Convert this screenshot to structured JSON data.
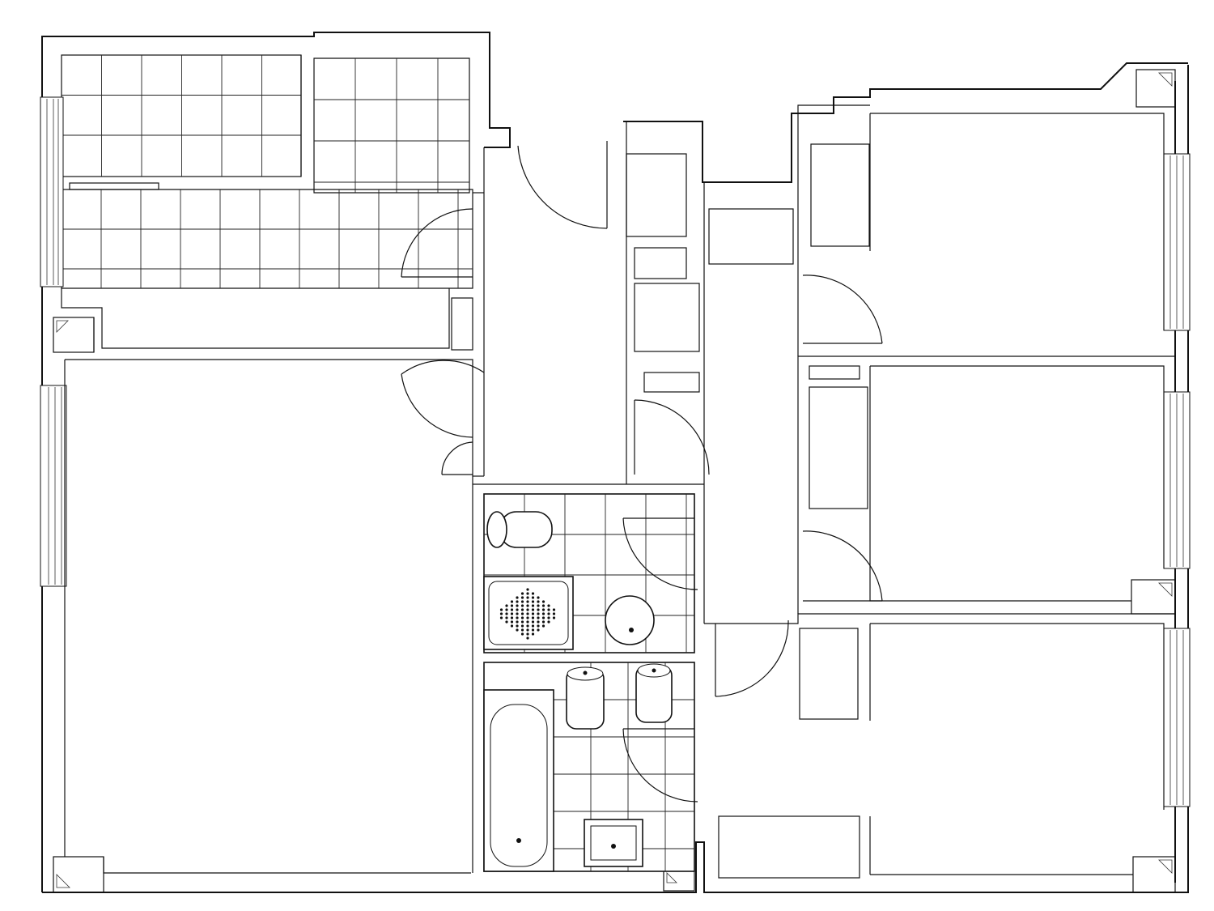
{
  "drawing": {
    "kind": "floor-plan",
    "text_labels": []
  },
  "colors": {
    "line": "#111111",
    "background": "#ffffff"
  },
  "spaces": [
    {
      "id": "terrace",
      "tiled": true
    },
    {
      "id": "kitchen",
      "tiled": true
    },
    {
      "id": "living-room",
      "tiled": false
    },
    {
      "id": "hallway",
      "tiled": false
    },
    {
      "id": "washroom",
      "tiled": true
    },
    {
      "id": "bathroom",
      "tiled": true
    },
    {
      "id": "bedroom-1",
      "tiled": false
    },
    {
      "id": "bedroom-2",
      "tiled": false
    },
    {
      "id": "bedroom-3",
      "tiled": false
    }
  ]
}
